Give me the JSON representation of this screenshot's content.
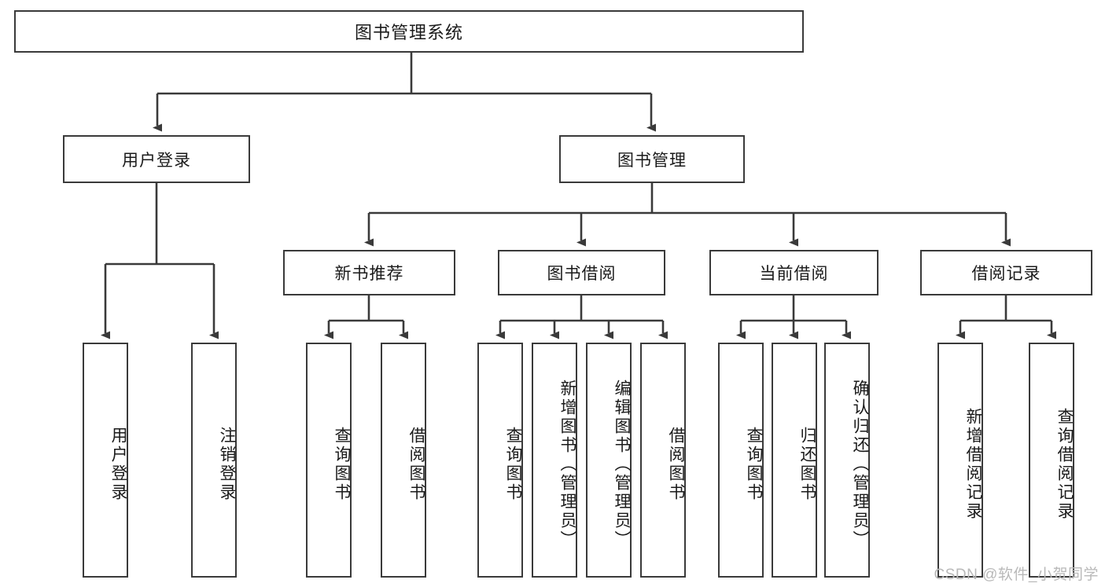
{
  "diagram": {
    "title": "图书管理系统",
    "watermark": "CSDN @软件_小贺同学",
    "line_color": "#3a3a3a",
    "text_color": "#1a1a1a",
    "background": "#ffffff",
    "root": {
      "label": "图书管理系统"
    },
    "level1": [
      {
        "label": "用户登录"
      },
      {
        "label": "图书管理"
      }
    ],
    "level2": [
      {
        "label": "新书推荐"
      },
      {
        "label": "图书借阅"
      },
      {
        "label": "当前借阅"
      },
      {
        "label": "借阅记录"
      }
    ],
    "leaves": {
      "user_login": [
        {
          "label": "用户登录"
        },
        {
          "label": "注销登录"
        }
      ],
      "new_book_recommend": [
        {
          "label": "查询图书"
        },
        {
          "label": "借阅图书"
        }
      ],
      "book_borrow": [
        {
          "label": "查询图书"
        },
        {
          "label": "新增图书（管理员）"
        },
        {
          "label": "编辑图书（管理员）"
        },
        {
          "label": "借阅图书"
        }
      ],
      "current_borrow": [
        {
          "label": "查询图书"
        },
        {
          "label": "归还图书"
        },
        {
          "label": "确认归还（管理员）"
        }
      ],
      "borrow_record": [
        {
          "label": "新增借阅记录"
        },
        {
          "label": "查询借阅记录"
        }
      ]
    }
  }
}
